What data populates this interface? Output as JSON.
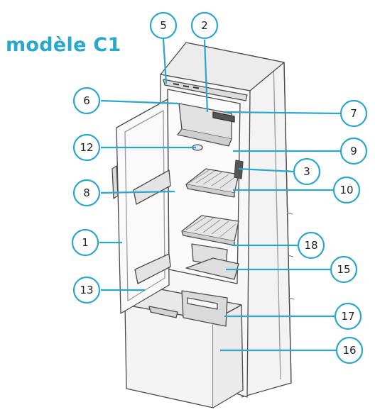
{
  "title": "modèle C1",
  "colors": {
    "accent": "#2aa7cc",
    "outline": "#4a4a4a",
    "shade": "#d6d6d6"
  },
  "callouts": [
    "5",
    "2",
    "6",
    "7",
    "12",
    "9",
    "3",
    "8",
    "10",
    "1",
    "18",
    "13",
    "15",
    "17",
    "16"
  ]
}
